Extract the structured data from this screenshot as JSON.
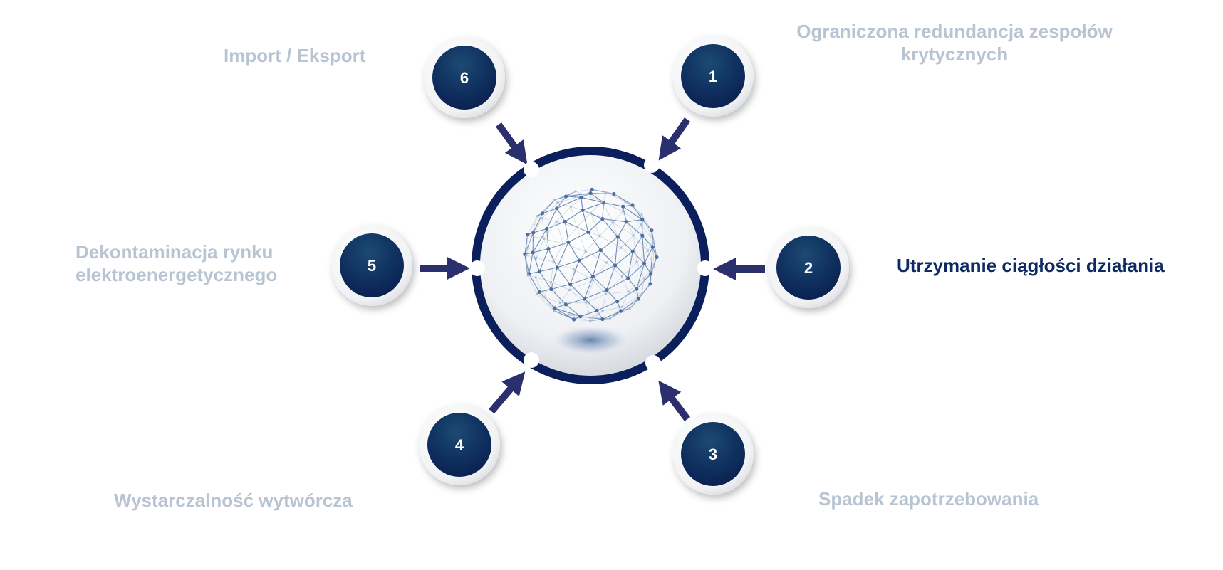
{
  "diagram": {
    "nodes": [
      {
        "number": "1",
        "label_lines": [
          "Ograniczona redundancja zespołów",
          "krytycznych"
        ],
        "active": false
      },
      {
        "number": "2",
        "label_lines": [
          "Utrzymanie ciągłości działania"
        ],
        "active": true
      },
      {
        "number": "3",
        "label_lines": [
          "Spadek zapotrzebowania"
        ],
        "active": false
      },
      {
        "number": "4",
        "label_lines": [
          "Wystarczalność wytwórcza"
        ],
        "active": false
      },
      {
        "number": "5",
        "label_lines": [
          "Dekontaminacja rynku",
          "elektroenergetycznego"
        ],
        "active": false
      },
      {
        "number": "6",
        "label_lines": [
          "Import / Eksport"
        ],
        "active": false
      }
    ],
    "center_icon": "network-globe-icon",
    "colors": {
      "node_fill": "#0f2a5e",
      "ring": "#0b1f5c",
      "arrow": "#2c2f6e",
      "label_muted": "#b8c4d2",
      "label_active": "#0d2a63"
    }
  }
}
